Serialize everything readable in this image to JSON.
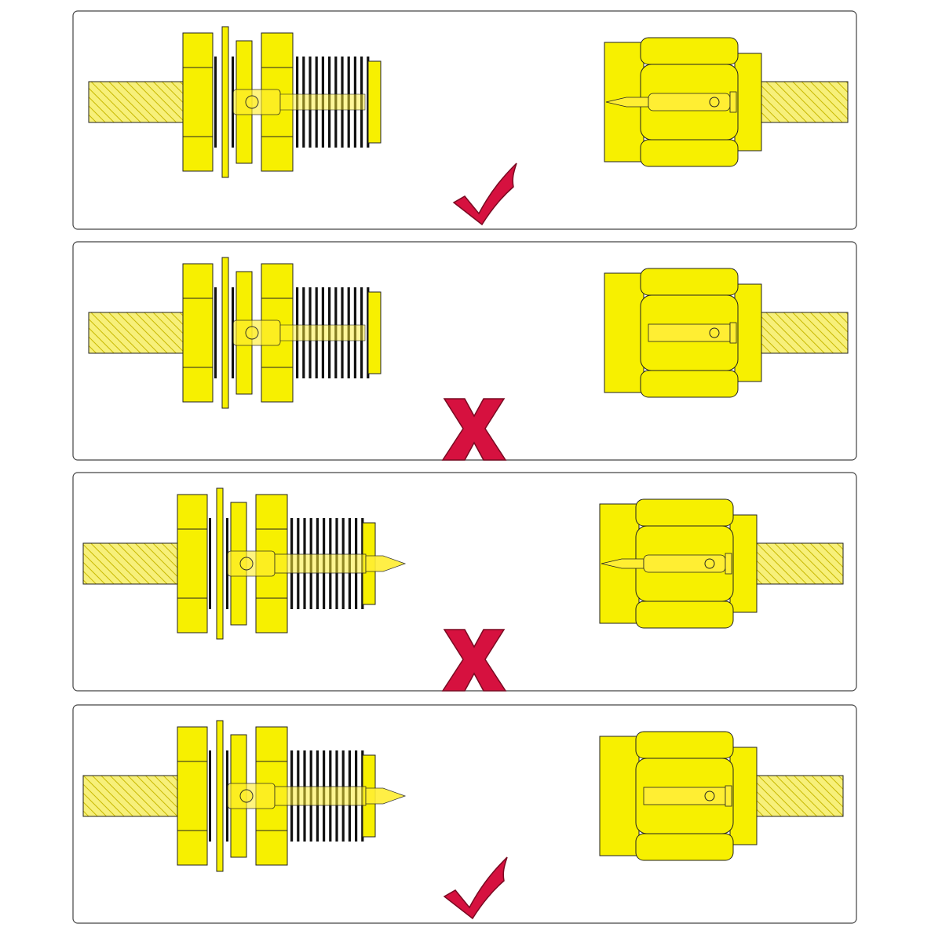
{
  "colors": {
    "connector_fill": "#f7f000",
    "outline": "#222222",
    "thread": "#111111",
    "panel_border": "#444444",
    "correct_mark": "#d6113f",
    "wrong_mark": "#d6113f",
    "cable_hatch": "#d8c800",
    "pin_fill": "#ffee33"
  },
  "panels": [
    {
      "female_pin": "socket",
      "male_pin": "pin",
      "verdict": "correct",
      "verdict_icon": "check-mark-icon"
    },
    {
      "female_pin": "socket",
      "male_pin": "socket",
      "verdict": "incorrect",
      "verdict_icon": "x-mark-icon"
    },
    {
      "female_pin": "pin",
      "male_pin": "pin",
      "verdict": "incorrect",
      "verdict_icon": "x-mark-icon"
    },
    {
      "female_pin": "pin",
      "male_pin": "socket",
      "verdict": "correct",
      "verdict_icon": "check-mark-icon"
    }
  ]
}
